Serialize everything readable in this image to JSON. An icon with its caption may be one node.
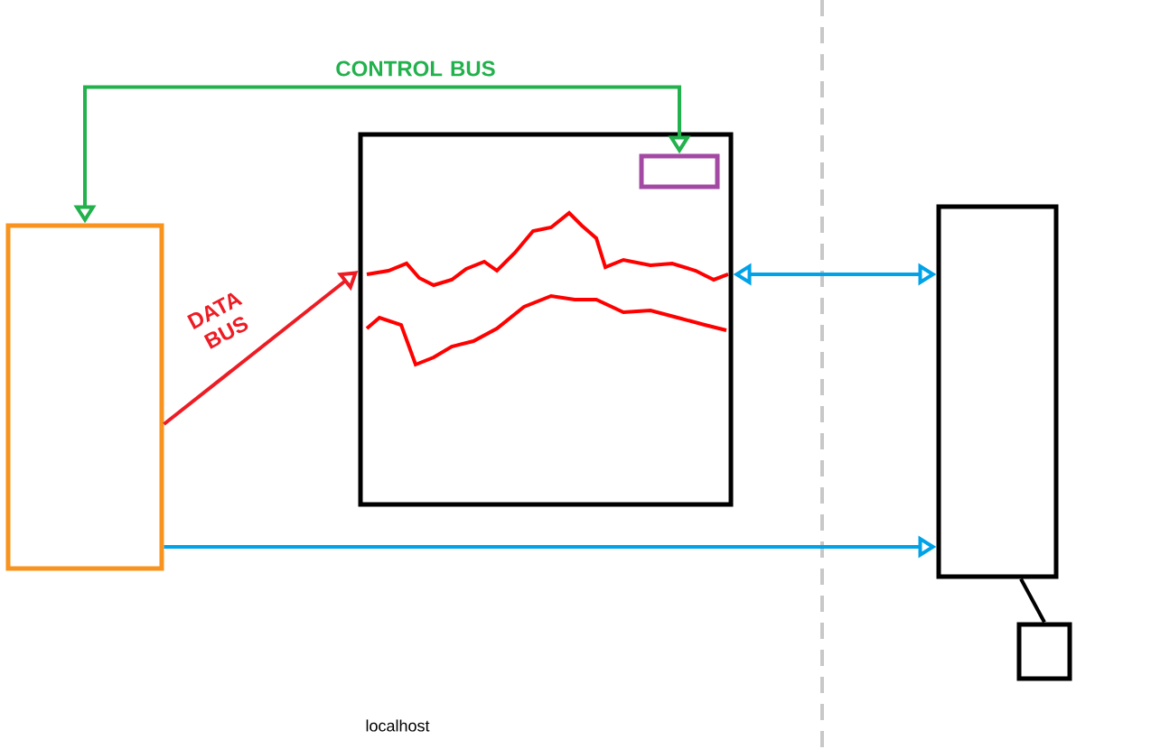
{
  "diagram": {
    "nodes": [
      {
        "text": [],
        "shape": "box"
      },
      {
        "text": [],
        "shape": "box"
      },
      {
        "text": [],
        "shape": "box",
        "in": 1
      },
      {
        "text": [],
        "shape": "box"
      },
      {
        "text": [],
        "shape": "box"
      }
    ],
    "edges": [
      {
        "from": 2,
        "to": 0,
        "arrow": "both",
        "label": "CONTROL BUS",
        "color": "#22b14c"
      },
      {
        "from": 0,
        "to": 1,
        "arrow": "to",
        "label": "DATA BUS",
        "color": "#ed1c24"
      },
      {
        "from": 1,
        "to": 3,
        "arrow": "both",
        "color": "#00a2e8"
      },
      {
        "from": 0,
        "to": 3,
        "arrow": "to",
        "color": "#00a2e8"
      },
      {
        "from": 3,
        "to": 4,
        "arrow": "none",
        "color": "#000000"
      }
    ],
    "labels": [
      "localhost"
    ]
  }
}
